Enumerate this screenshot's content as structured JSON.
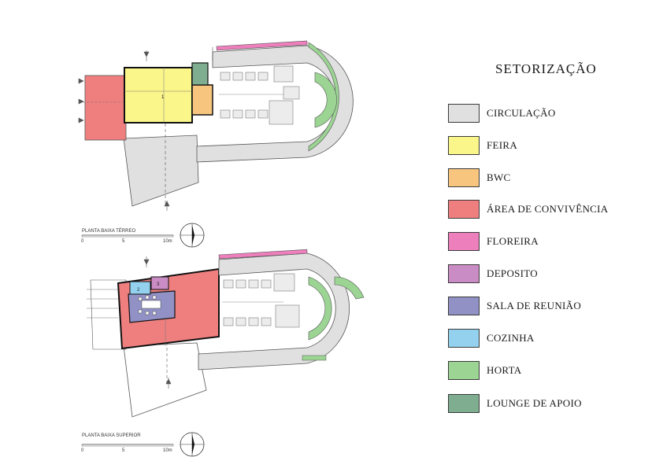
{
  "legend": {
    "title": "SETORIZAÇÃO",
    "items": [
      {
        "label": "CIRCULAÇÃO",
        "color": "#e0e0e0"
      },
      {
        "label": "FEIRA",
        "color": "#fbf68a"
      },
      {
        "label": "BWC",
        "color": "#f8c57e"
      },
      {
        "label": "ÁREA DE CONVIVÊNCIA",
        "color": "#ef7f7f"
      },
      {
        "label": "FLOREIRA",
        "color": "#ed7fbd"
      },
      {
        "label": "DEPOSITO",
        "color": "#c98cc4"
      },
      {
        "label": "SALA DE REUNIÃO",
        "color": "#9191c5"
      },
      {
        "label": "COZINHA",
        "color": "#93d1ef"
      },
      {
        "label": "HORTA",
        "color": "#9bd493"
      },
      {
        "label": "LOUNGE DE APOIO",
        "color": "#7fad90"
      }
    ]
  },
  "plans": {
    "ground": {
      "label": "PLANTA BAIXA TÉRREO",
      "scale": [
        "0",
        "5",
        "10m"
      ],
      "room_numbers": [
        "1"
      ]
    },
    "upper": {
      "label": "PLANTA BAIXA SUPERIOR",
      "scale": [
        "0",
        "5",
        "10m"
      ],
      "room_numbers": [
        "2",
        "3"
      ]
    }
  }
}
